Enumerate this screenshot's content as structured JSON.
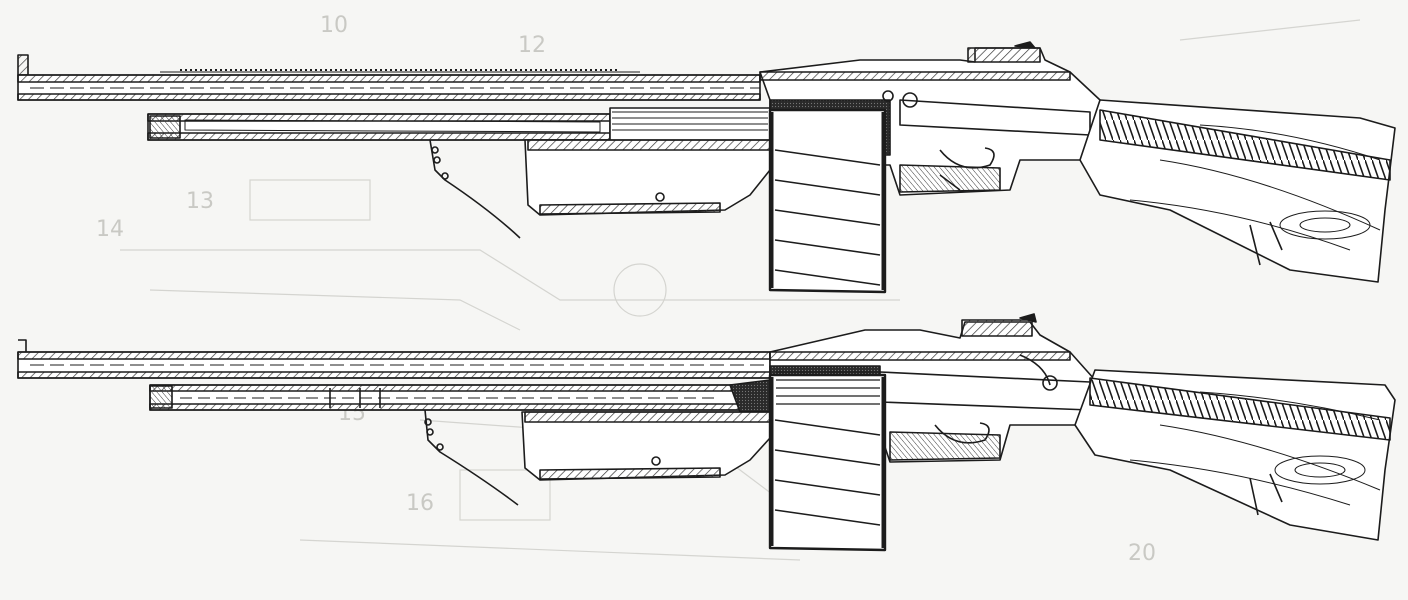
{
  "figure": {
    "kind": "technical line drawing",
    "subject": "rifle cross-section, two states",
    "views": [
      {
        "name": "upper-view",
        "bolt_state": "forward"
      },
      {
        "name": "lower-view",
        "bolt_state": "rearward"
      }
    ],
    "background_ghost_digits": [
      "10",
      "12",
      "13",
      "14",
      "15",
      "16",
      "20"
    ],
    "colors": {
      "paper": "#f6f6f4",
      "ink": "#1c1c1c",
      "hatch": "#4a4a4a",
      "ghost": "#c9c9c4"
    }
  }
}
